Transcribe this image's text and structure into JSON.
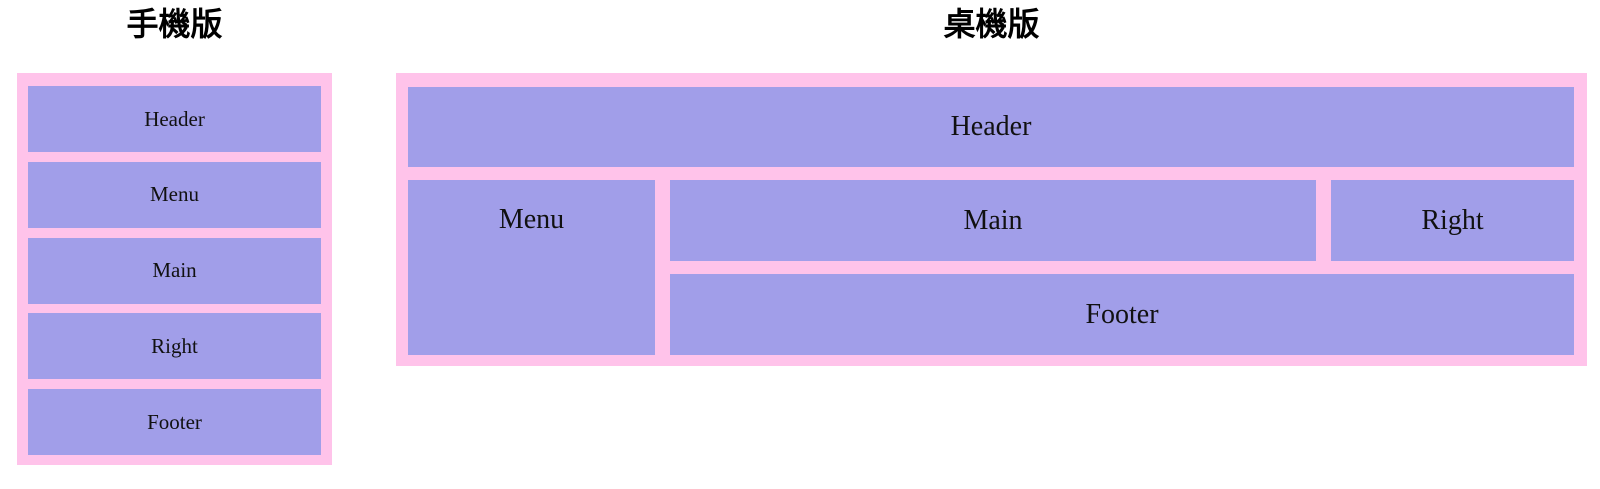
{
  "colors": {
    "page_bg": "#ffffff",
    "container_bg": "#ffc3ea",
    "block_bg": "#a19ee9",
    "label_text": "#111111"
  },
  "mobile": {
    "title": "手機版",
    "blocks": [
      {
        "label": "Header"
      },
      {
        "label": "Menu"
      },
      {
        "label": "Main"
      },
      {
        "label": "Right"
      },
      {
        "label": "Footer"
      }
    ]
  },
  "desktop": {
    "title": "桌機版",
    "areas": {
      "header": {
        "label": "Header"
      },
      "menu": {
        "label": "Menu"
      },
      "main": {
        "label": "Main"
      },
      "right": {
        "label": "Right"
      },
      "footer": {
        "label": "Footer"
      }
    }
  }
}
